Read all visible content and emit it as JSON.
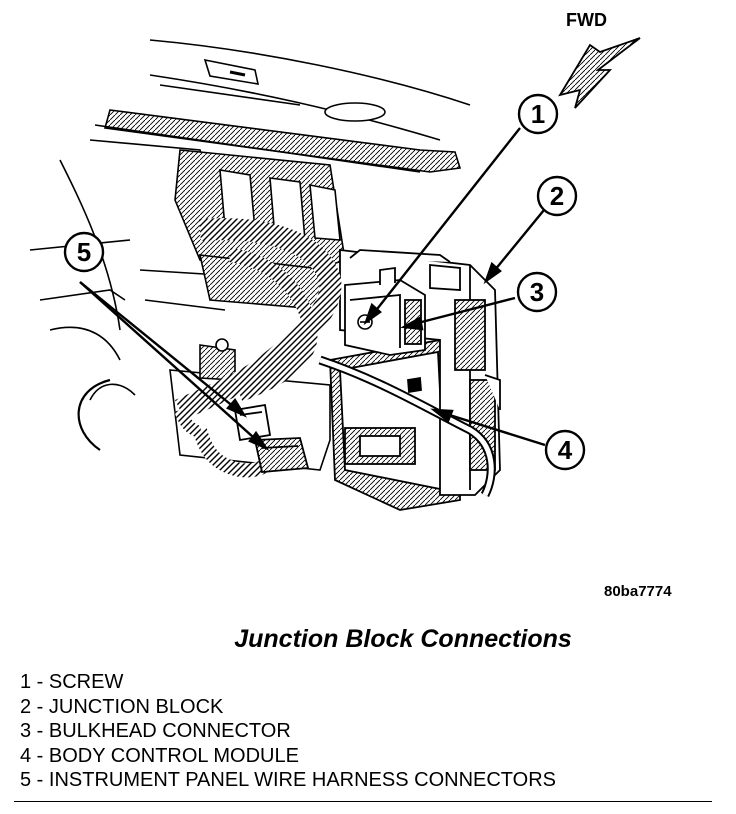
{
  "diagram": {
    "direction_label": "FWD",
    "figure_code": "80ba7774",
    "title": "Junction Block Connections",
    "callouts": [
      {
        "number": "1"
      },
      {
        "number": "2"
      },
      {
        "number": "3"
      },
      {
        "number": "4"
      },
      {
        "number": "5"
      }
    ],
    "legend": [
      "1 - SCREW",
      "2 - JUNCTION BLOCK",
      "3 - BULKHEAD CONNECTOR",
      "4 - BODY CONTROL MODULE",
      "5 - INSTRUMENT PANEL WIRE HARNESS CONNECTORS"
    ],
    "colors": {
      "ink": "#000000",
      "paper": "#ffffff"
    }
  }
}
